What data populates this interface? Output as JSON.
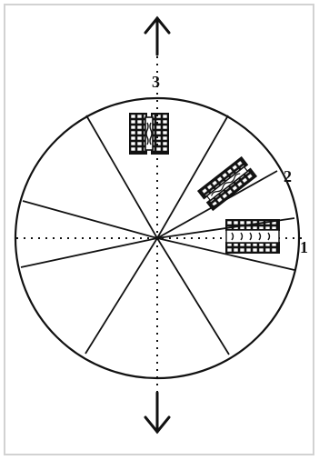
{
  "labels": {
    "position_1": "1",
    "position_2": "2",
    "position_3": "3"
  },
  "icons": {
    "arrow_up": "arrow-up-icon",
    "arrow_down": "arrow-down-icon",
    "cell_position_1": "cell-horizontal-icon",
    "cell_position_2": "cell-diagonal-icon",
    "cell_position_3": "cell-vertical-icon"
  },
  "colors": {
    "ink": "#111111",
    "frame": "#d2d2d2"
  }
}
